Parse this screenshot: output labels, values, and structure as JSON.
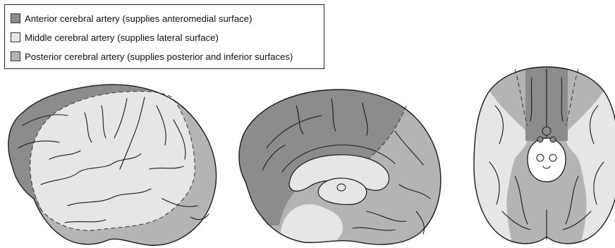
{
  "legend": {
    "items": [
      {
        "label": "Anterior cerebral artery (supplies anteromedial surface)",
        "color": "#8c8c8c"
      },
      {
        "label": "Middle cerebral artery (supplies lateral surface)",
        "color": "#e6e6e6"
      },
      {
        "label": "Posterior cerebral artery (supplies posterior and inferior surfaces)",
        "color": "#b4b4b4"
      }
    ]
  },
  "views": [
    "lateral",
    "medial",
    "inferior"
  ]
}
